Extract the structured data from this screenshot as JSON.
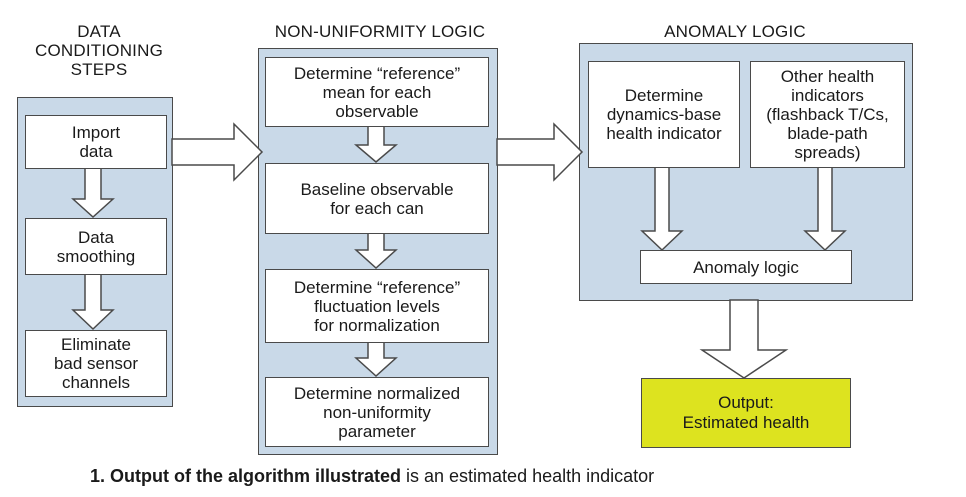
{
  "headings": {
    "data_conditioning": "DATA\nCONDITIONING\nSTEPS",
    "non_uniformity": "NON-UNIFORMITY LOGIC",
    "anomaly": "ANOMALY LOGIC"
  },
  "data_conditioning_steps": [
    "Import\ndata",
    "Data\nsmoothing",
    "Eliminate\nbad sensor\nchannels"
  ],
  "non_uniformity_steps": [
    "Determine “reference”\nmean for each\nobservable",
    "Baseline observable\nfor each can",
    "Determine “reference”\nfluctuation levels\nfor normalization",
    "Determine normalized\nnon-uniformity\nparameter"
  ],
  "anomaly_inputs": {
    "dynamics": "Determine\ndynamics-base\nhealth indicator",
    "other": "Other health\nindicators\n(flashback T/Cs,\nblade-path\nspreads)"
  },
  "anomaly_logic": "Anomaly logic",
  "output": "Output:\nEstimated health",
  "caption": {
    "bold": "1. Output of the algorithm illustrated",
    "rest": " is an estimated health indicator"
  },
  "colors": {
    "panel": "#c9d9e8",
    "output": "#dde31f",
    "border": "#4a4a4a"
  }
}
